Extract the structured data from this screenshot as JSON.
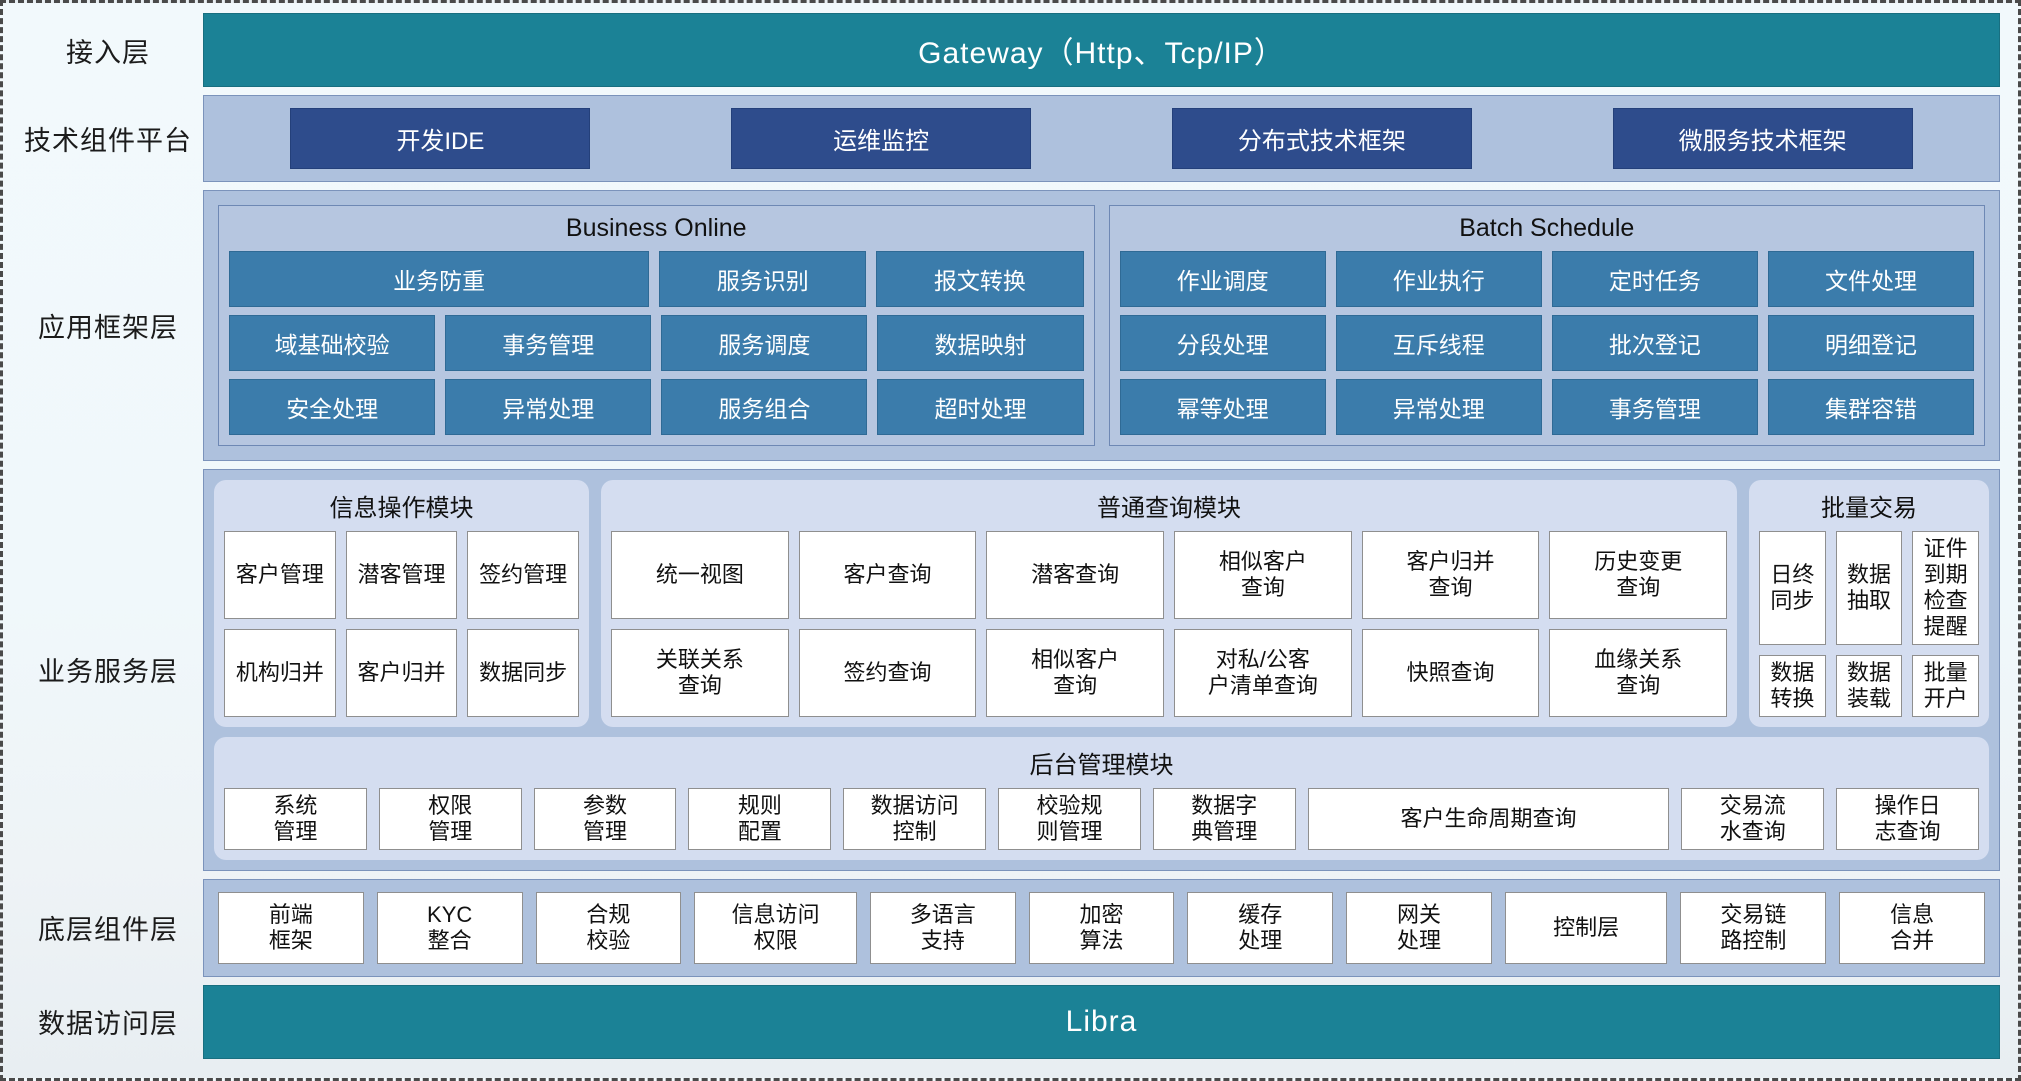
{
  "layers": [
    {
      "label": "接入层",
      "type": "teal",
      "title": "Gateway（Http、Tcp/IP）"
    },
    {
      "label": "技术组件平台",
      "type": "band",
      "chips": [
        "开发IDE",
        "运维监控",
        "分布式技术框架",
        "微服务技术框架"
      ]
    },
    {
      "label": "应用框架层",
      "type": "framework",
      "groups": [
        {
          "title": "Business Online",
          "rows": [
            [
              "业务防重",
              "服务识别",
              "报文转换"
            ],
            [
              "域基础校验",
              "事务管理",
              "服务调度",
              "数据映射"
            ],
            [
              "安全处理",
              "异常处理",
              "服务组合",
              "超时处理"
            ]
          ]
        },
        {
          "title": "Batch Schedule",
          "rows": [
            [
              "作业调度",
              "作业执行",
              "定时任务",
              "文件处理"
            ],
            [
              "分段处理",
              "互斥线程",
              "批次登记",
              "明细登记"
            ],
            [
              "幂等处理",
              "异常处理",
              "事务管理",
              "集群容错"
            ]
          ]
        }
      ]
    },
    {
      "label": "业务服务层",
      "type": "service",
      "modules": [
        {
          "title": "信息操作模块",
          "rows": [
            [
              "客户管理",
              "潜客管理",
              "签约管理"
            ],
            [
              "机构归并",
              "客户归并",
              "数据同步"
            ]
          ]
        },
        {
          "title": "普通查询模块",
          "rows": [
            [
              "统一视图",
              "客户查询",
              "潜客查询",
              "相似客户\n查询",
              "客户归并\n查询",
              "历史变更\n查询"
            ],
            [
              "关联关系\n查询",
              "签约查询",
              "相似客户\n查询",
              "对私/公客\n户清单查询",
              "快照查询",
              "血缘关系\n查询"
            ]
          ]
        },
        {
          "title": "批量交易",
          "rows": [
            [
              "日终\n同步",
              "数据\n抽取",
              "证件到期\n检查提醒"
            ],
            [
              "数据\n转换",
              "数据\n装载",
              "批量\n开户"
            ]
          ]
        }
      ],
      "admin": {
        "title": "后台管理模块",
        "cells": [
          {
            "text": "系统\n管理",
            "flex": 1
          },
          {
            "text": "权限\n管理",
            "flex": 1
          },
          {
            "text": "参数\n管理",
            "flex": 1
          },
          {
            "text": "规则\n配置",
            "flex": 1
          },
          {
            "text": "数据访问\n控制",
            "flex": 1
          },
          {
            "text": "校验规\n则管理",
            "flex": 1
          },
          {
            "text": "数据字\n典管理",
            "flex": 1
          },
          {
            "text": "客户生命周期查询",
            "flex": 2.6
          },
          {
            "text": "交易流\n水查询",
            "flex": 1
          },
          {
            "text": "操作日\n志查询",
            "flex": 1
          }
        ]
      }
    },
    {
      "label": "底层组件层",
      "type": "components",
      "cells": [
        {
          "text": "前端\n框架",
          "flex": 1
        },
        {
          "text": "KYC\n整合",
          "flex": 1
        },
        {
          "text": "合规\n校验",
          "flex": 1
        },
        {
          "text": "信息访问\n权限",
          "flex": 1.12
        },
        {
          "text": "多语言\n支持",
          "flex": 1
        },
        {
          "text": "加密\n算法",
          "flex": 1
        },
        {
          "text": "缓存\n处理",
          "flex": 1
        },
        {
          "text": "网关\n处理",
          "flex": 1
        },
        {
          "text": "控制层",
          "flex": 1.12
        },
        {
          "text": "交易链\n路控制",
          "flex": 1
        },
        {
          "text": "信息\n合并",
          "flex": 1
        }
      ]
    },
    {
      "label": "数据访问层",
      "type": "teal",
      "title": "Libra"
    }
  ],
  "colors": {
    "teal": "#1b8296",
    "band": "#aec1dd",
    "dark_chip": "#2e4c8c",
    "blue_chip": "#3b7cab",
    "module_card": "#d4ddf0",
    "white_cell": "#ffffff"
  }
}
